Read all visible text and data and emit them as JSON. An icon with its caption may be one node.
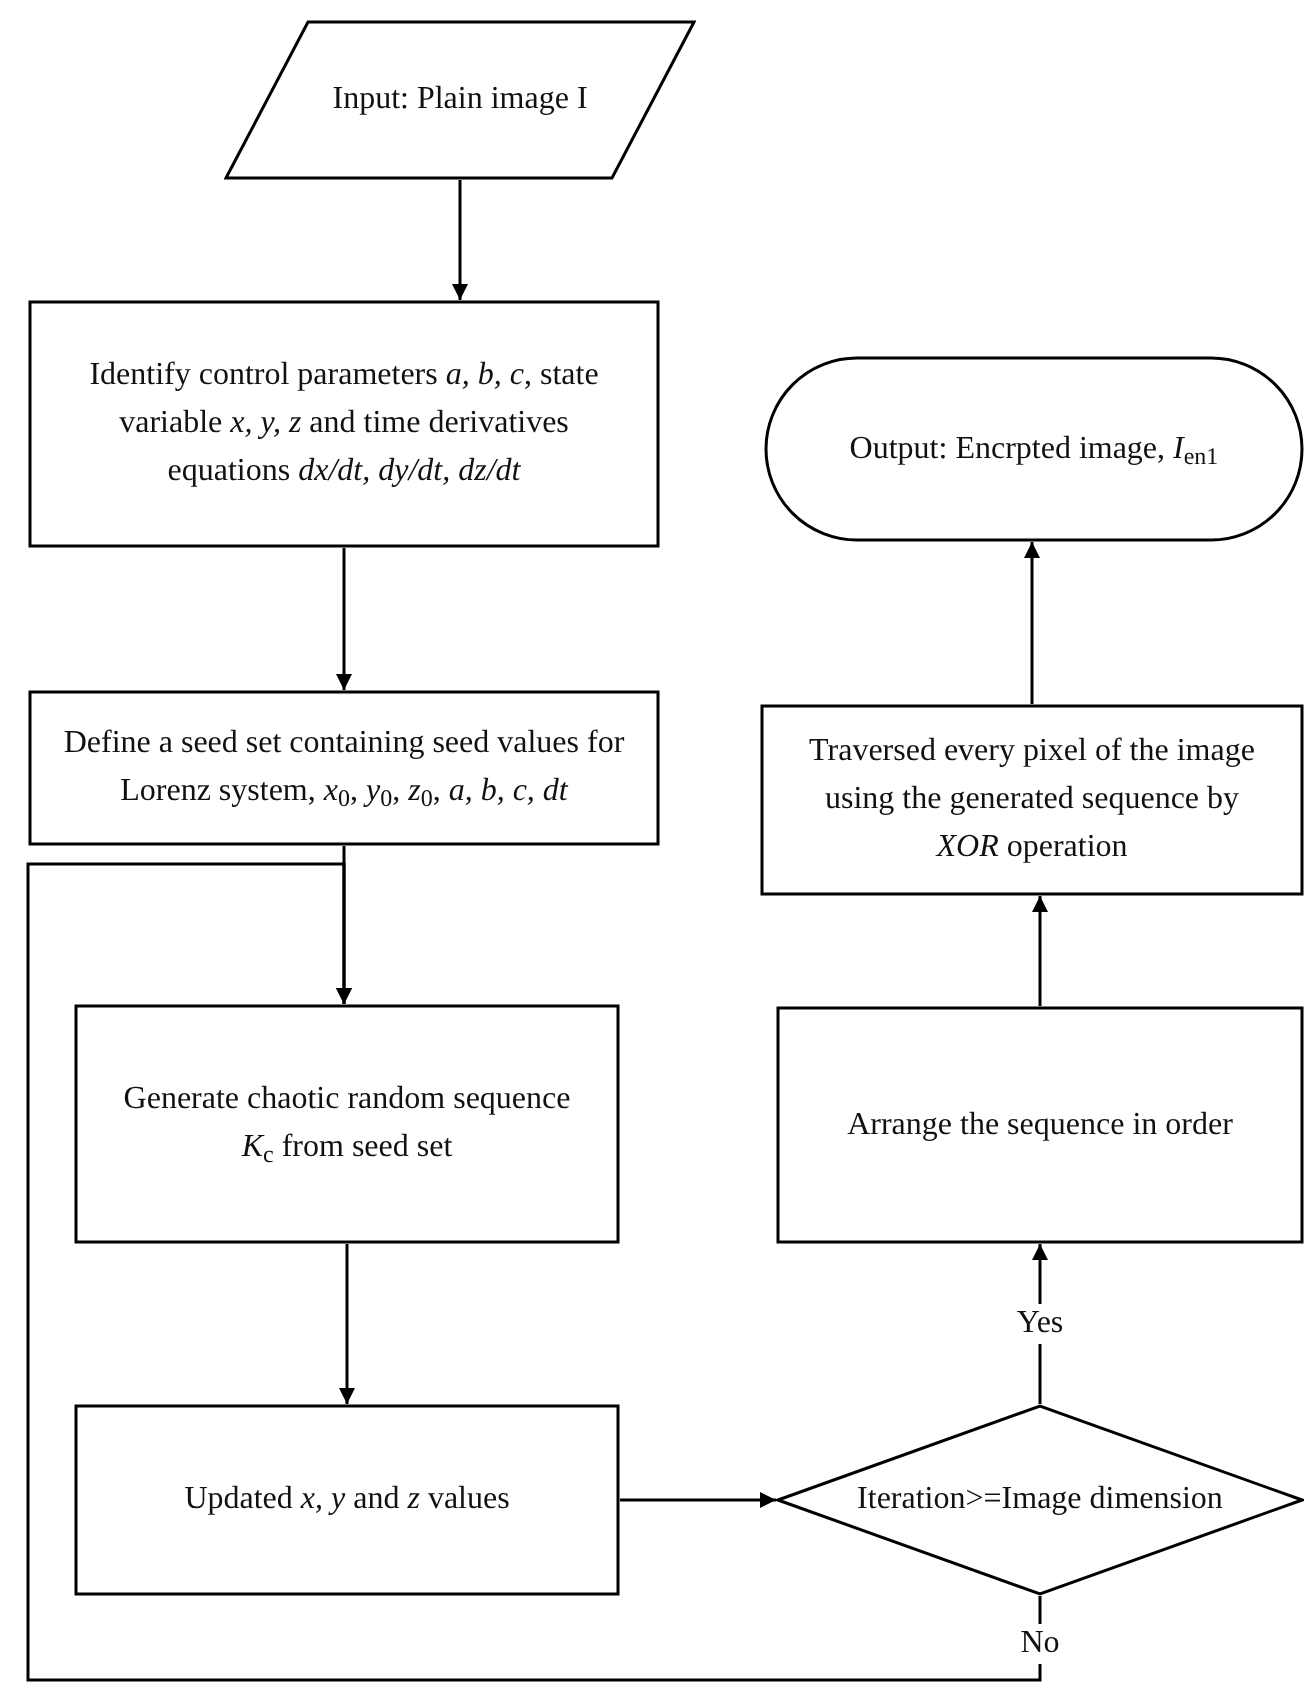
{
  "diagram": {
    "nodes": [
      {
        "text": [
          "Input: Plain image I"
        ]
      },
      {
        "text": [
          "Identify control parameters *a, b, c*, state variable *x, y, z* and time derivatives equations *dx/dt, dy/dt, dz/dt*"
        ]
      },
      {
        "text": [
          "Define a seed set containing seed values for Lorenz system, *x*$_{0}$, *y*$_{0}$, *z*$_{0}$, *a, b, c, dt*"
        ]
      },
      {
        "text": [
          "Generate chaotic random sequence *K*$_{c}$ from seed set"
        ]
      },
      {
        "text": [
          "Updated *x, y* and *z* values"
        ]
      },
      {
        "text": [
          "Iteration>=Image dimension"
        ]
      },
      {
        "text": [
          "Arrange the sequence in order"
        ]
      },
      {
        "text": [
          "Traversed every pixel of the image using the generated sequence by *XOR* operation"
        ]
      },
      {
        "text": [
          "Output: Encrpted image, *I*$_{en1}$"
        ]
      }
    ],
    "edges": [
      {
        "from": 0,
        "to": 1,
        "arrow": "to"
      },
      {
        "from": 1,
        "to": 2,
        "arrow": "to"
      },
      {
        "from": 2,
        "to": 3,
        "arrow": "to"
      },
      {
        "from": 3,
        "to": 4,
        "arrow": "to"
      },
      {
        "from": 4,
        "to": 5,
        "arrow": "to"
      },
      {
        "from": 5,
        "to": 6,
        "arrow": "to",
        "label": "Yes"
      },
      {
        "from": 6,
        "to": 7,
        "arrow": "to"
      },
      {
        "from": 7,
        "to": 8,
        "arrow": "to"
      },
      {
        "from": 5,
        "to": 3,
        "arrow": "to",
        "label": "No"
      }
    ]
  }
}
